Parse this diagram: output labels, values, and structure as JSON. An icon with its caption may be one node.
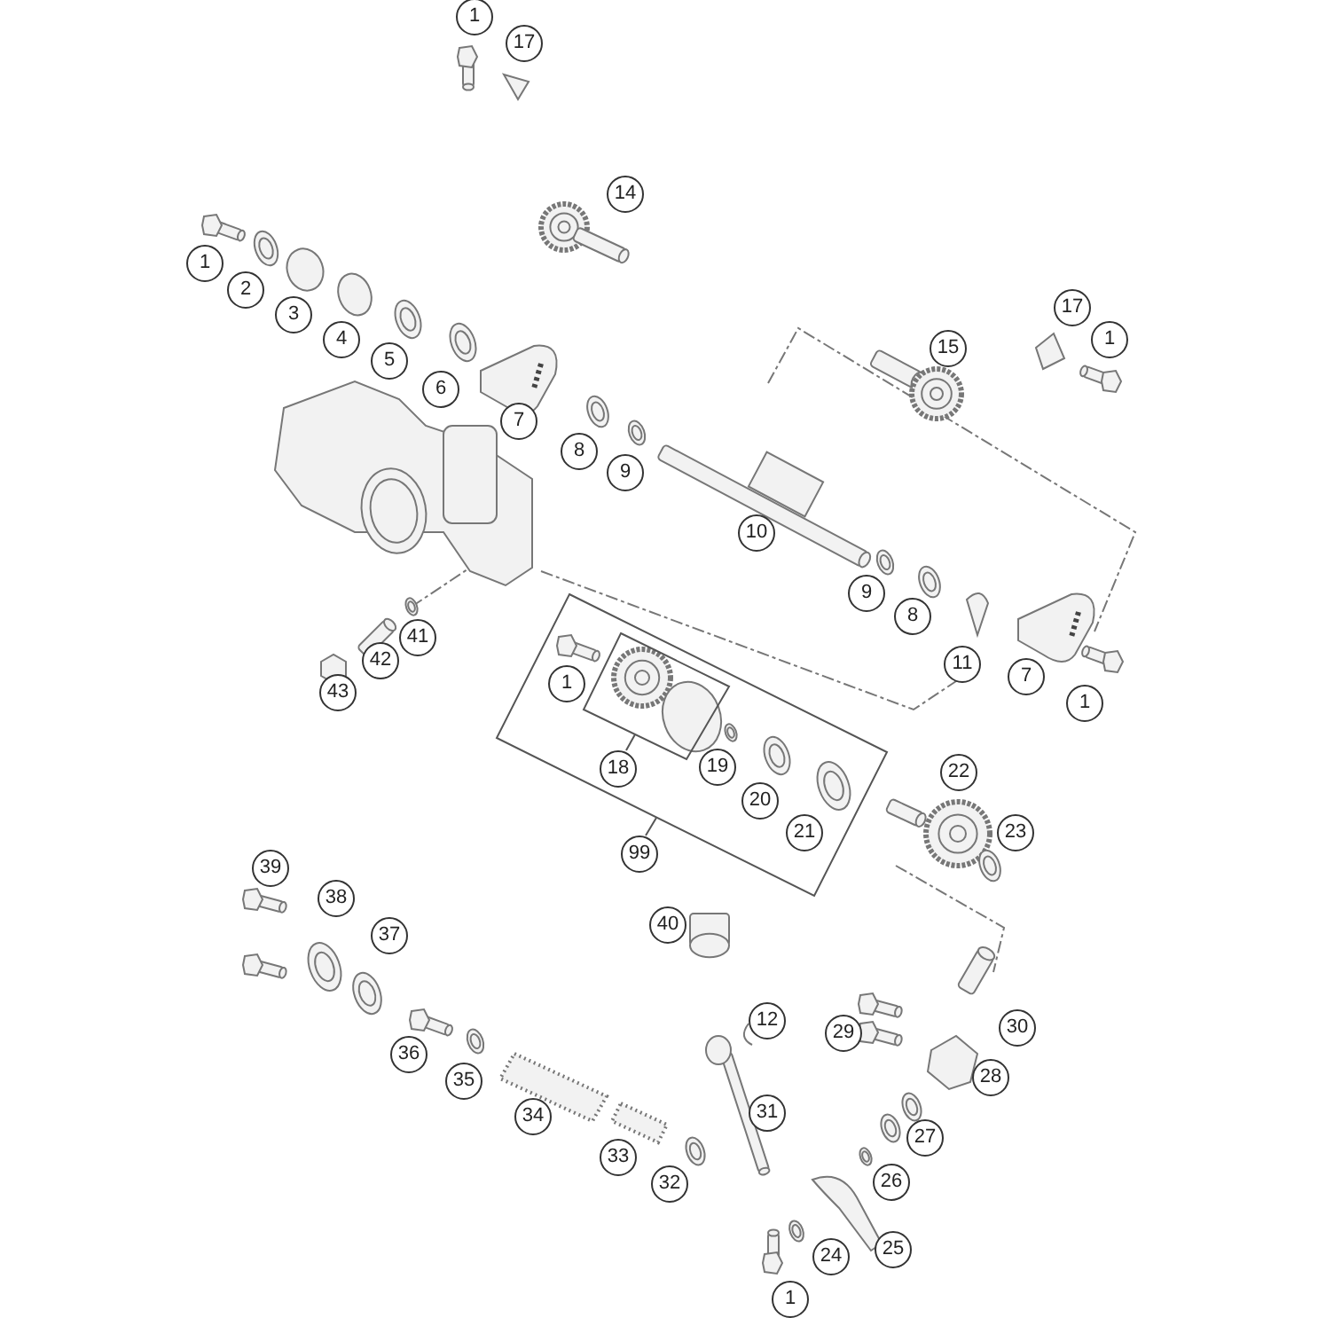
{
  "diagram": {
    "nodes": [
      {
        "text": [],
        "shape": "box"
      },
      {
        "text": [],
        "shape": "box",
        "in": 0
      },
      {
        "text": [
          "1"
        ]
      },
      {
        "text": [
          "17"
        ]
      },
      {
        "text": [
          "14"
        ]
      },
      {
        "text": [
          "1"
        ]
      },
      {
        "text": [
          "2"
        ]
      },
      {
        "text": [
          "3"
        ]
      },
      {
        "text": [
          "4"
        ]
      },
      {
        "text": [
          "5"
        ]
      },
      {
        "text": [
          "6"
        ]
      },
      {
        "text": [
          "15"
        ]
      },
      {
        "text": [
          "17"
        ]
      },
      {
        "text": [
          "1"
        ]
      },
      {
        "text": [
          "7"
        ]
      },
      {
        "text": [
          "8"
        ]
      },
      {
        "text": [
          "9"
        ]
      },
      {
        "text": [
          "10"
        ]
      },
      {
        "text": [
          "9"
        ]
      },
      {
        "text": [
          "8"
        ]
      },
      {
        "text": [
          "11"
        ]
      },
      {
        "text": [
          "7"
        ]
      },
      {
        "text": [
          "1"
        ]
      },
      {
        "text": [
          "41"
        ]
      },
      {
        "text": [
          "42"
        ]
      },
      {
        "text": [
          "43"
        ]
      },
      {
        "text": [
          "1"
        ],
        "in": 0
      },
      {
        "text": [
          "18"
        ],
        "in": 0
      },
      {
        "text": [
          "19"
        ],
        "in": 0
      },
      {
        "text": [
          "20"
        ],
        "in": 0
      },
      {
        "text": [
          "21"
        ],
        "in": 0
      },
      {
        "text": [
          "22"
        ]
      },
      {
        "text": [
          "23"
        ]
      },
      {
        "text": [
          "99"
        ]
      },
      {
        "text": [
          "39"
        ]
      },
      {
        "text": [
          "38"
        ]
      },
      {
        "text": [
          "37"
        ]
      },
      {
        "text": [
          "40"
        ]
      },
      {
        "text": [
          "36"
        ]
      },
      {
        "text": [
          "35"
        ]
      },
      {
        "text": [
          "34"
        ]
      },
      {
        "text": [
          "12"
        ]
      },
      {
        "text": [
          "29"
        ]
      },
      {
        "text": [
          "30"
        ]
      },
      {
        "text": [
          "28"
        ]
      },
      {
        "text": [
          "31"
        ]
      },
      {
        "text": [
          "27"
        ]
      },
      {
        "text": [
          "33"
        ]
      },
      {
        "text": [
          "32"
        ]
      },
      {
        "text": [
          "26"
        ]
      },
      {
        "text": [
          "25"
        ]
      },
      {
        "text": [
          "24"
        ]
      },
      {
        "text": [
          "1"
        ]
      }
    ],
    "edges": [
      {
        "from": 27,
        "to": 1,
        "arrow": "none"
      },
      {
        "from": 33,
        "to": 0,
        "arrow": "none"
      }
    ]
  }
}
